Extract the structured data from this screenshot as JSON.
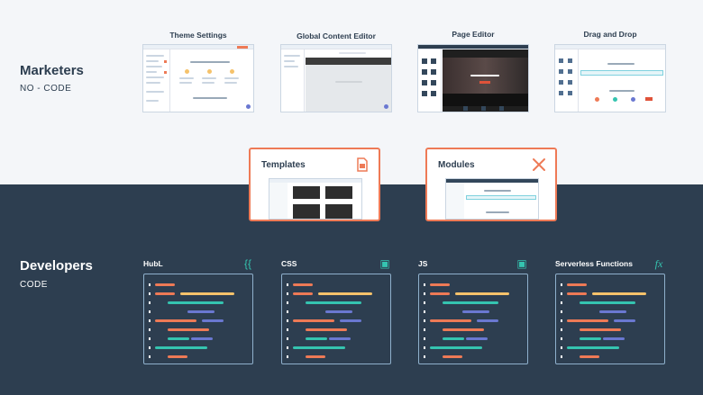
{
  "marketers": {
    "title": "Marketers",
    "subtitle": "NO - CODE",
    "tools": [
      {
        "title": "Theme Settings"
      },
      {
        "title": "Global Content Editor"
      },
      {
        "title": "Page Editor"
      },
      {
        "title": "Drag and Drop"
      }
    ]
  },
  "bridge": {
    "templates": {
      "title": "Templates",
      "icon": "template-file-icon"
    },
    "modules": {
      "title": "Modules",
      "icon": "tools-icon"
    }
  },
  "developers": {
    "title": "Developers",
    "subtitle": "CODE",
    "tools": [
      {
        "title": "HubL",
        "icon": "curly-braces-icon",
        "glyph": "{{"
      },
      {
        "title": "CSS",
        "icon": "code-file-icon",
        "glyph": "▣"
      },
      {
        "title": "JS",
        "icon": "code-file-icon",
        "glyph": "▣"
      },
      {
        "title": "Serverless Functions",
        "icon": "function-icon",
        "glyph": "fx"
      }
    ]
  },
  "colors": {
    "navy": "#2d3e50",
    "orange": "#ee7a56",
    "teal": "#35c4b0",
    "purple": "#6a78d1",
    "yellow": "#f5c26b",
    "light": "#f4f6f9"
  }
}
